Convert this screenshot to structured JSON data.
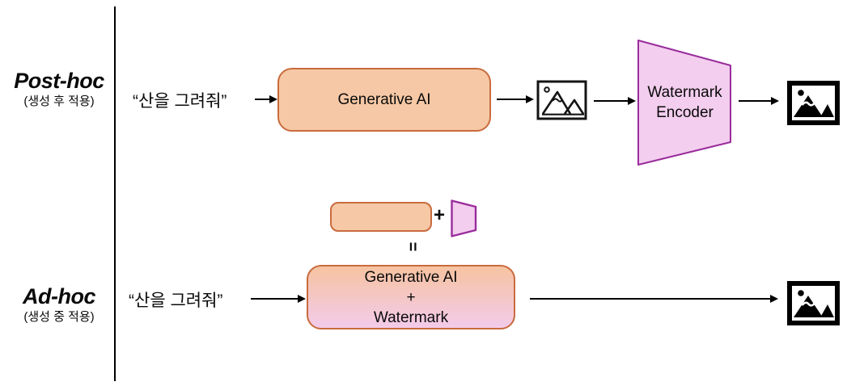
{
  "rows": {
    "posthoc": {
      "title": "Post-hoc",
      "subtitle": "(생성 후 적용)",
      "prompt": "“산을 그려줘”"
    },
    "adhoc": {
      "title": "Ad-hoc",
      "subtitle": "(생성 중 적용)",
      "prompt": "“산을 그려줘”"
    }
  },
  "nodes": {
    "generative_ai": {
      "label": "Generative AI"
    },
    "watermark_encoder": {
      "line1": "Watermark",
      "line2": "Encoder"
    },
    "combined": {
      "line1": "Generative AI",
      "line2": "+",
      "line3": "Watermark"
    }
  },
  "operators": {
    "plus": "+",
    "equals": "="
  },
  "icons": {
    "generated_image": "image-icon",
    "watermarked_image": "watermarked-image-icon"
  },
  "colors": {
    "orange_fill": "#F6C8A5",
    "orange_border": "#C96B3D",
    "pink_fill": "#F3CEEE",
    "pink_border": "#9A2C9C",
    "gradient_top": "#F6C3A1",
    "gradient_bottom": "#F3CBEA",
    "line": "#000000"
  }
}
